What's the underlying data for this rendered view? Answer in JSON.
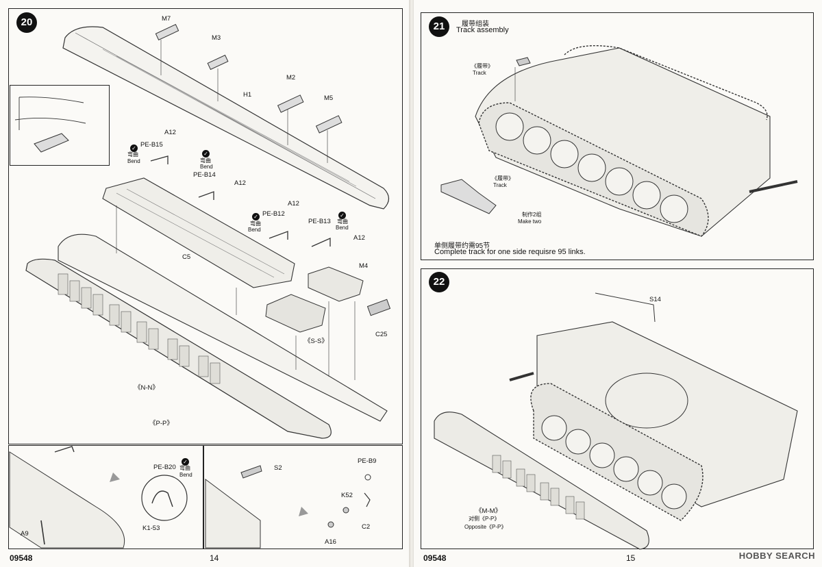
{
  "left_page": {
    "step20": {
      "number": "20",
      "labels": {
        "m7": "M7",
        "m3": "M3",
        "m2": "M2",
        "m5": "M5",
        "h1": "H1",
        "a12_1": "A12",
        "a12_2": "A12",
        "a12_3": "A12",
        "a12_4": "A12",
        "peb15": "PE-B15",
        "peb14": "PE-B14",
        "peb12": "PE-B12",
        "peb13": "PE-B13",
        "bend_cn": "弯曲",
        "bend_en": "Bend",
        "c5": "C5",
        "m4": "M4",
        "c25": "C25",
        "ss": "《S-S》",
        "nn": "《N-N》",
        "pp": "《P-P》"
      }
    },
    "sub_left": {
      "a9": "A9"
    },
    "sub_mid": {
      "peb20": "PE-B20",
      "bend_cn": "弯曲",
      "bend_en": "Bend",
      "k153": "K1-53"
    },
    "sub_right": {
      "s2": "S2",
      "peb9": "PE-B9",
      "k52": "K52",
      "c2": "C2",
      "a16": "A16"
    },
    "footer_code": "09548",
    "page_number": "14"
  },
  "right_page": {
    "step21": {
      "number": "21",
      "title_cn": "履带组装",
      "title_en": "Track assembly",
      "track_cn_1": "《履带》",
      "track_en_1": "Track",
      "track_cn_2": "《履带》",
      "track_en_2": "Track",
      "make_two_cn": "制作2组",
      "make_two_en": "Make two",
      "note_cn": "单侧履带约需95节",
      "note_en": "Complete track for one side requisre 95 links."
    },
    "step22": {
      "number": "22",
      "s14": "S14",
      "mm": "《M-M》",
      "opposite_cn": "对侧《P-P》",
      "opposite_en": "Opposite《P-P》"
    },
    "footer_code": "09548",
    "page_number": "15"
  },
  "watermark": "HOBBY SEARCH"
}
